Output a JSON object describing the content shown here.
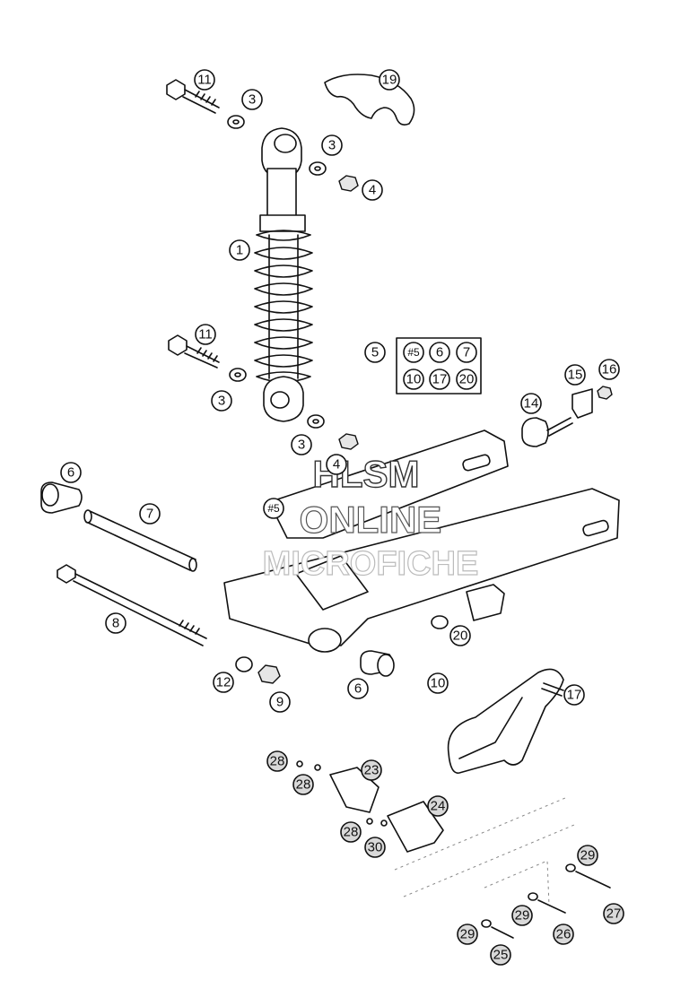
{
  "callouts": [
    {
      "id": "c11a",
      "label": "11"
    },
    {
      "id": "c3a",
      "label": "3"
    },
    {
      "id": "c19",
      "label": "19"
    },
    {
      "id": "c3b",
      "label": "3"
    },
    {
      "id": "c4a",
      "label": "4"
    },
    {
      "id": "c1",
      "label": "1"
    },
    {
      "id": "c11b",
      "label": "11"
    },
    {
      "id": "c5",
      "label": "5"
    },
    {
      "id": "c3c",
      "label": "3"
    },
    {
      "id": "c3d",
      "label": "3"
    },
    {
      "id": "c4b",
      "label": "4"
    },
    {
      "id": "c15",
      "label": "15"
    },
    {
      "id": "c16",
      "label": "16"
    },
    {
      "id": "c14",
      "label": "14"
    },
    {
      "id": "c6a",
      "label": "6"
    },
    {
      "id": "c7",
      "label": "7"
    },
    {
      "id": "c5b",
      "label": "#5"
    },
    {
      "id": "c8",
      "label": "8"
    },
    {
      "id": "c20",
      "label": "20"
    },
    {
      "id": "c12",
      "label": "12"
    },
    {
      "id": "c9",
      "label": "9"
    },
    {
      "id": "c6b",
      "label": "6"
    },
    {
      "id": "c10",
      "label": "10"
    },
    {
      "id": "c17",
      "label": "17"
    },
    {
      "id": "c28a",
      "label": "28"
    },
    {
      "id": "c23",
      "label": "23"
    },
    {
      "id": "c28b",
      "label": "28"
    },
    {
      "id": "c24",
      "label": "24"
    },
    {
      "id": "c28c",
      "label": "28"
    },
    {
      "id": "c30",
      "label": "30"
    },
    {
      "id": "c29a",
      "label": "29"
    },
    {
      "id": "c29b",
      "label": "29"
    },
    {
      "id": "c27",
      "label": "27"
    },
    {
      "id": "c29c",
      "label": "29"
    },
    {
      "id": "c26",
      "label": "26"
    },
    {
      "id": "c25",
      "label": "25"
    }
  ],
  "kit_box": [
    "#5",
    "6",
    "7",
    "10",
    "17",
    "20"
  ],
  "watermark": {
    "line1": "HLSM",
    "line2": "ONLINE",
    "line3": "MICROFICHE"
  }
}
